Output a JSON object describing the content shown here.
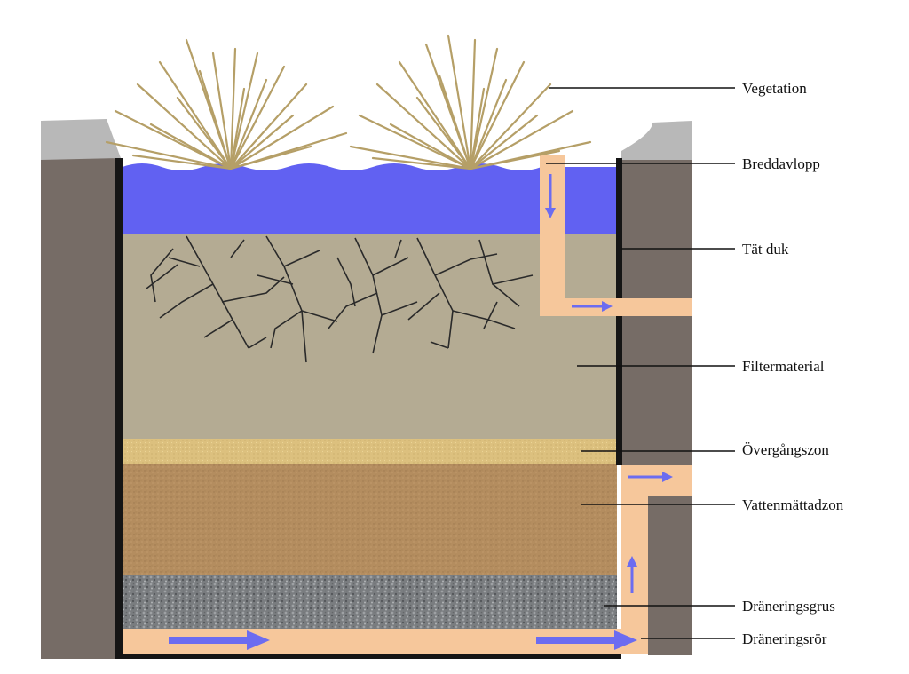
{
  "labels": {
    "vegetation": "Vegetation",
    "breddavlopp": "Breddavlopp",
    "tat_duk": "Tät duk",
    "filtermaterial": "Filtermaterial",
    "overgangszon": "Övergångszon",
    "vattenmattadzon": "Vattenmättadzon",
    "draneringsgrus": "Dräneringsgrus",
    "draneringsror": "Dräneringsrör"
  },
  "colors": {
    "surrounding_soil": "#766c66",
    "edge_stone": "#b8b8b8",
    "water": "#6161f2",
    "filter_material": "#b4ab93",
    "transition_zone": "#dcc07e",
    "saturated_zone": "#b48d5f",
    "drainage_gravel": "#7a7d80",
    "pipe": "#f6c79b",
    "flow_arrow": "#6c6cf0",
    "liner": "#151515",
    "roots": "#2a2a2a",
    "vegetation": "#b59f67"
  }
}
